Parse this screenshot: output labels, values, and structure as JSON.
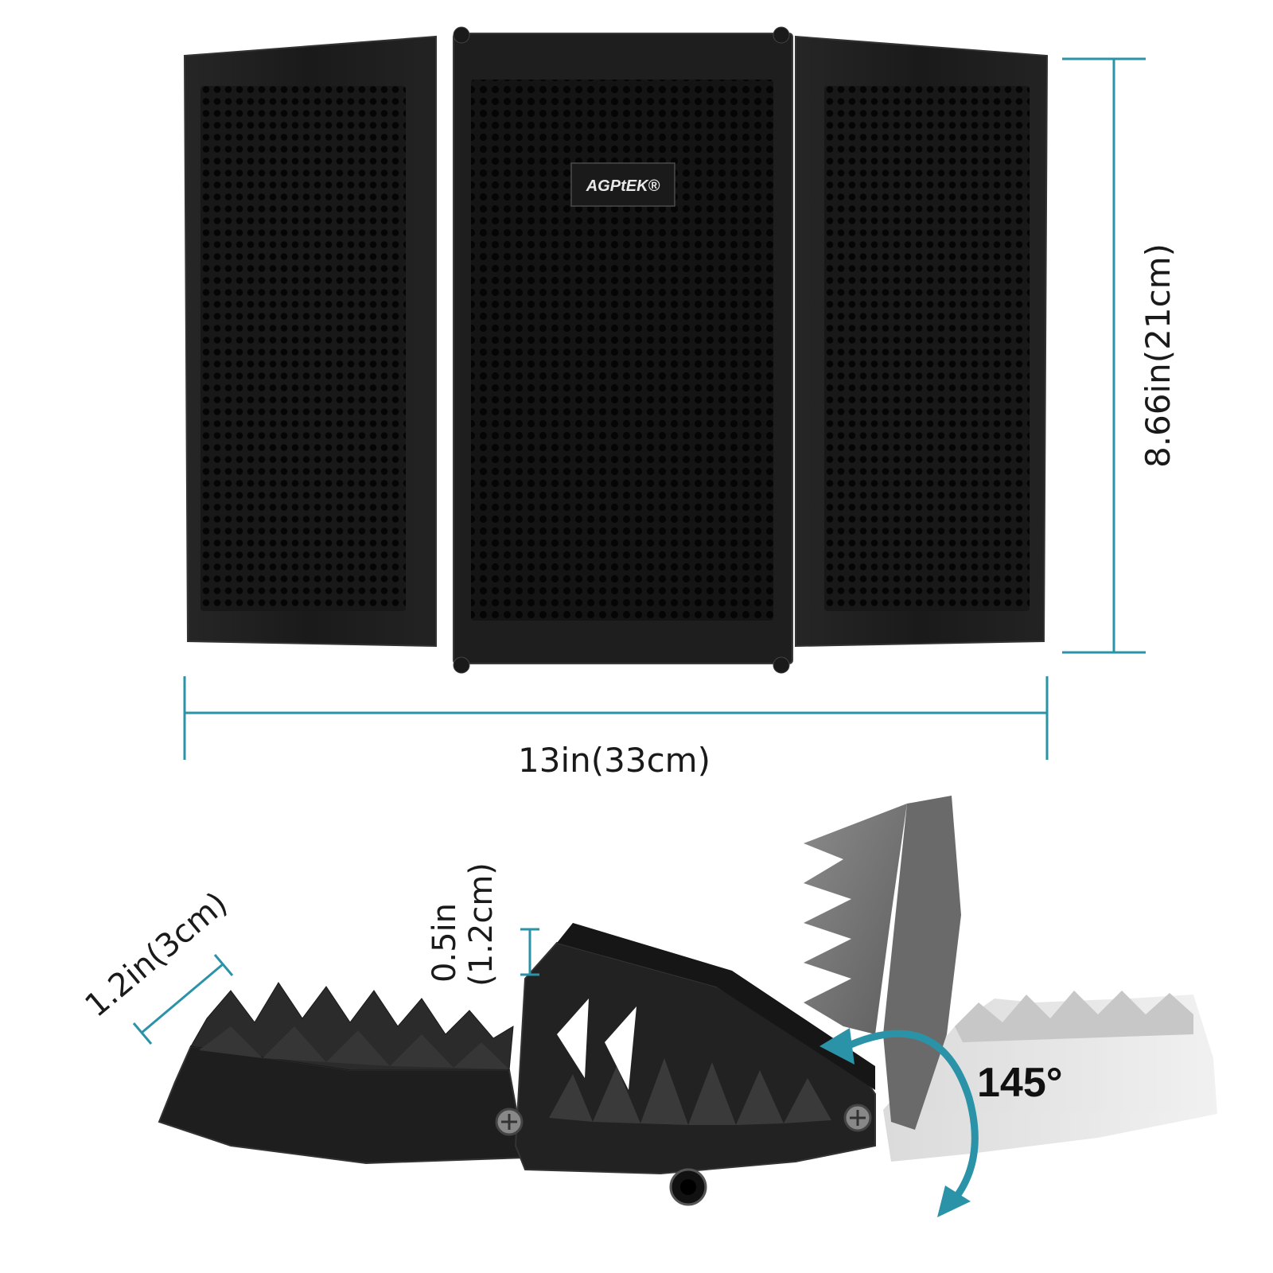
{
  "brand": {
    "logo_text": "AGPtEK®"
  },
  "dimensions": {
    "width_label": "13in(33cm)",
    "height_label": "8.66in(21cm)",
    "foam_thickness_label": "1.2in(3cm)",
    "panel_thickness_label_line1": "0.5in",
    "panel_thickness_label_line2": "(1.2cm)"
  },
  "fold_angle": {
    "label": "145°"
  },
  "colors": {
    "dimension_line": "#2a93a8",
    "panel_body": "#1c1c1c",
    "foam_dark": "#2b2b2b",
    "ghost_panel": "#7a7a7a"
  },
  "icons": [
    "screw-icon",
    "mount-hole-icon",
    "rotate-arrow-icon"
  ]
}
